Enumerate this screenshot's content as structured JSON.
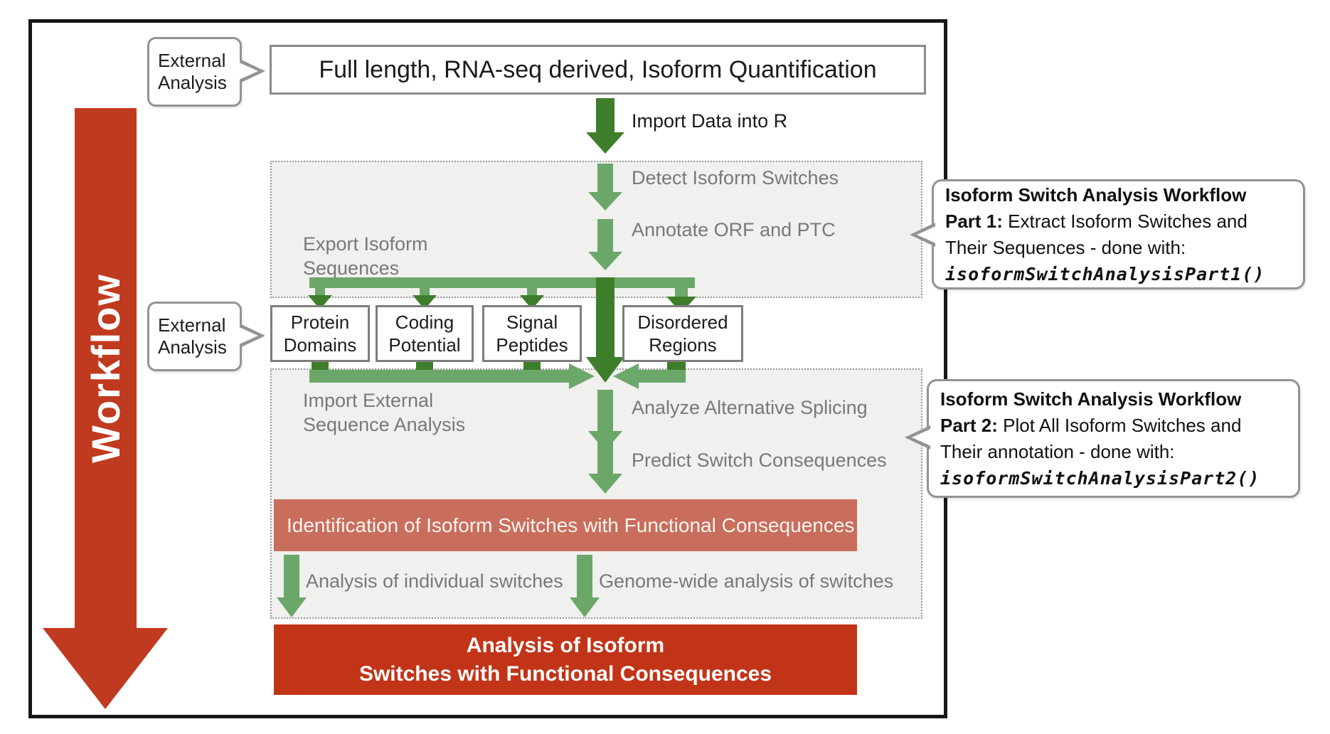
{
  "colors": {
    "workflow_red": "#c03a20",
    "final_red": "#c23418",
    "salmon": "#c96e5c",
    "green_dark": "#3e7e2a",
    "green_medium": "#6ba769",
    "panel_gray": "#f0f0ee",
    "label_gray": "#787878"
  },
  "workflow_arrow": {
    "label": "Workflow"
  },
  "external_callouts": [
    {
      "label": "External\nAnalysis"
    },
    {
      "label": "External\nAnalysis"
    }
  ],
  "title_box": {
    "text": "Full length, RNA-seq derived, Isoform Quantification"
  },
  "steps": {
    "import_r": "Import Data into R",
    "detect": "Detect Isoform Switches",
    "annotate": "Annotate ORF and PTC",
    "export_isoform": "Export Isoform\nSequences",
    "import_external": "Import External\nSequence Analysis",
    "analyze_splicing": "Analyze Alternative Splicing",
    "predict_consequences": "Predict Switch Consequences",
    "individual": "Analysis of individual switches",
    "genome_wide": "Genome-wide analysis of switches"
  },
  "analysis_boxes": [
    {
      "label": "Protein\nDomains"
    },
    {
      "label": "Coding\nPotential"
    },
    {
      "label": "Signal\nPeptides"
    },
    {
      "label": "Disordered\nRegions"
    }
  ],
  "identification_banner": "Identification of Isoform Switches with Functional Consequences",
  "final_banner": "Analysis of Isoform\nSwitches with Functional Consequences",
  "callouts": [
    {
      "title": "Isoform Switch Analysis Workflow",
      "part_label": "Part 1:",
      "part_rest": " Extract Isoform Switches and",
      "line3": "Their Sequences - done with:",
      "code": "isoformSwitchAnalysisPart1()"
    },
    {
      "title": "Isoform Switch Analysis Workflow",
      "part_label": "Part 2:",
      "part_rest": " Plot All Isoform Switches and",
      "line3": "Their annotation - done with:",
      "code": "isoformSwitchAnalysisPart2()"
    }
  ]
}
